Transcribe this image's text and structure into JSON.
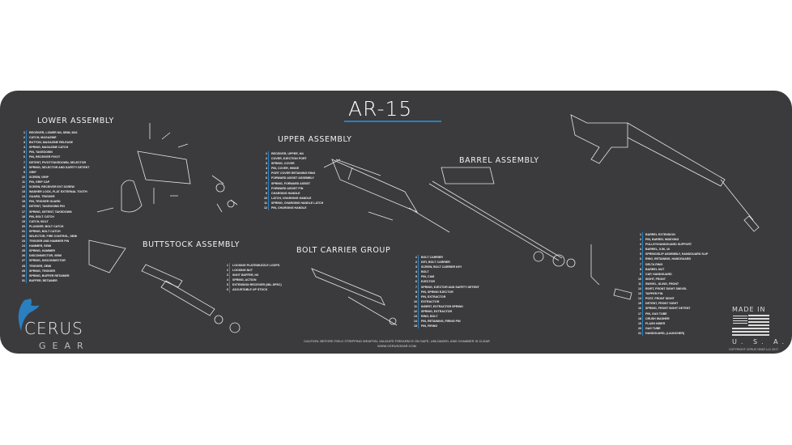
{
  "title": "AR-15",
  "accent": "#2a7fc0",
  "mat_color": "#3b3b3d",
  "sections": {
    "lower": {
      "heading": "LOWER ASSEMBLY",
      "items": [
        "RECEIVER, LOWER M4, SEMI, M16",
        "CATCH, MAGAZINE",
        "BUTTON, MAGAZINE RELEASE",
        "SPRING, MAGAZINE CATCH",
        "PIN, TAKEDOWN",
        "PIN, RECEIVER PIVOT",
        "DETENT, PIVOT/TAKEDOWN, SELECTOR",
        "SPRING, SELECTOR AND SAFETY DETENT",
        "GRIP",
        "SCREW, GRIP",
        "PIN, GRIP CAP",
        "SCREW, RECEIVER EXT SCREW",
        "WASHER LOCK, FLAT EXTERNAL TOOTH",
        "GUARD, TRIGGER",
        "PIN, TRIGGER GUARD",
        "DETENT, TAKEDOWN PIN",
        "SPRING, DETENT, TAKEDOWN",
        "PIN, BOLT CATCH",
        "CATCH, BOLT",
        "PLUNGER, BOLT CATCH",
        "SPRING, BOLT CATCH",
        "SELECTOR, FIRE CONTROL, SEMI",
        "TRIGGER AND HAMMER PIN",
        "HAMMER, SEMI",
        "SPRING, HAMMER",
        "DISCONNECTOR, SEMI",
        "SPRING, DISCONNECTOR",
        "TRIGGER, SEMI",
        "SPRING, TRIGGER",
        "SPRING, BUFFER RETAINER",
        "BUFFER, RETAINER"
      ]
    },
    "upper": {
      "heading": "UPPER ASSEMBLY",
      "items": [
        "RECEIVER, UPPER, M4",
        "COVER, EJECTION PORT",
        "SPRING, COVER",
        "PIN, COVER, HINGE",
        "PORT COVER RETAINING RING",
        "FORWARD ASSIST ASSEMBLY",
        "SPRING, FORWARD ASSIST",
        "FORWARD ASSIST PIN",
        "CHARGING HANDLE",
        "LATCH, CHARGING HANDLE",
        "SPRING, CHARGING HANDLE LATCH",
        "PIN, CHARGING HANDLE"
      ]
    },
    "buttstock": {
      "heading": "BUTTSTOCK ASSEMBLY",
      "items": [
        "LOCKING PLATE/MUZZLE LOOPS",
        "LOCKING NUT",
        "SHOT BUFFER, H3",
        "SPRING, ACTION",
        "EXTENSION RECEIVER (MIL-SPEC)",
        "ADJUSTABLE UP STOCK"
      ]
    },
    "bcg": {
      "heading": "BOLT CARRIER GROUP",
      "items": [
        "BOLT CARRIER",
        "KEY, BOLT CARRIER",
        "SCREW, BOLT CARRIER KEY",
        "BOLT",
        "PIN, CAM",
        "EJECTOR",
        "SPRING, EJECTOR AND SAFETY DETENT",
        "PIN, SPRING EJECTOR",
        "PIN, EXTRACTOR",
        "EXTRACTOR",
        "INSERT, EXTRACTOR SPRING",
        "SPRING, EXTRACTOR",
        "RING, BOLT",
        "PIN, RETAINING, FIRING PIN",
        "PIN, FIRING"
      ]
    },
    "barrel": {
      "heading": "BARREL ASSEMBLY",
      "items": [
        "BARREL EXTENSION",
        "PIN, BARREL INDEXING",
        "PULLEY/HANDGUARD SUPPORT",
        "BARREL, 5.56, 16",
        "SPRING/SLIP ASSEMBLY, HANDGUARD SLIP",
        "RING, RETAINING, HANDGUARD",
        "DELTA RING",
        "BARREL NUT",
        "CAP, HANDGUARD",
        "SIGHT, FRONT",
        "SWIVEL, SLING, FRONT",
        "RIVET, FRONT SIGHT SWIVEL",
        "TAPPER PIN",
        "POST, FRONT SIGHT",
        "DETENT, FRONT SIGHT",
        "SPRING, FRONT SIGHT DETENT",
        "PIN, GAS TUBE",
        "CRUSH WASHER",
        "FLASH HIDER",
        "GAS TUBE",
        "HANDGUARD, (LAUNCHER)"
      ]
    }
  },
  "logo": {
    "brand": "CERUS",
    "sub": "GEAR"
  },
  "caution": "CAUTION: BEFORE FIELD STRIPPING WEAPON, VALIDATE FIREARM IS ON SAFE, UNLOADED, AND CHAMBER IS CLEAR",
  "website": "WWW.CERUSGEAR.COM",
  "made_in": "MADE IN",
  "usa": "U. S. A.",
  "copyright": "COPYRIGHT CERUS GEAR LLC 2017"
}
